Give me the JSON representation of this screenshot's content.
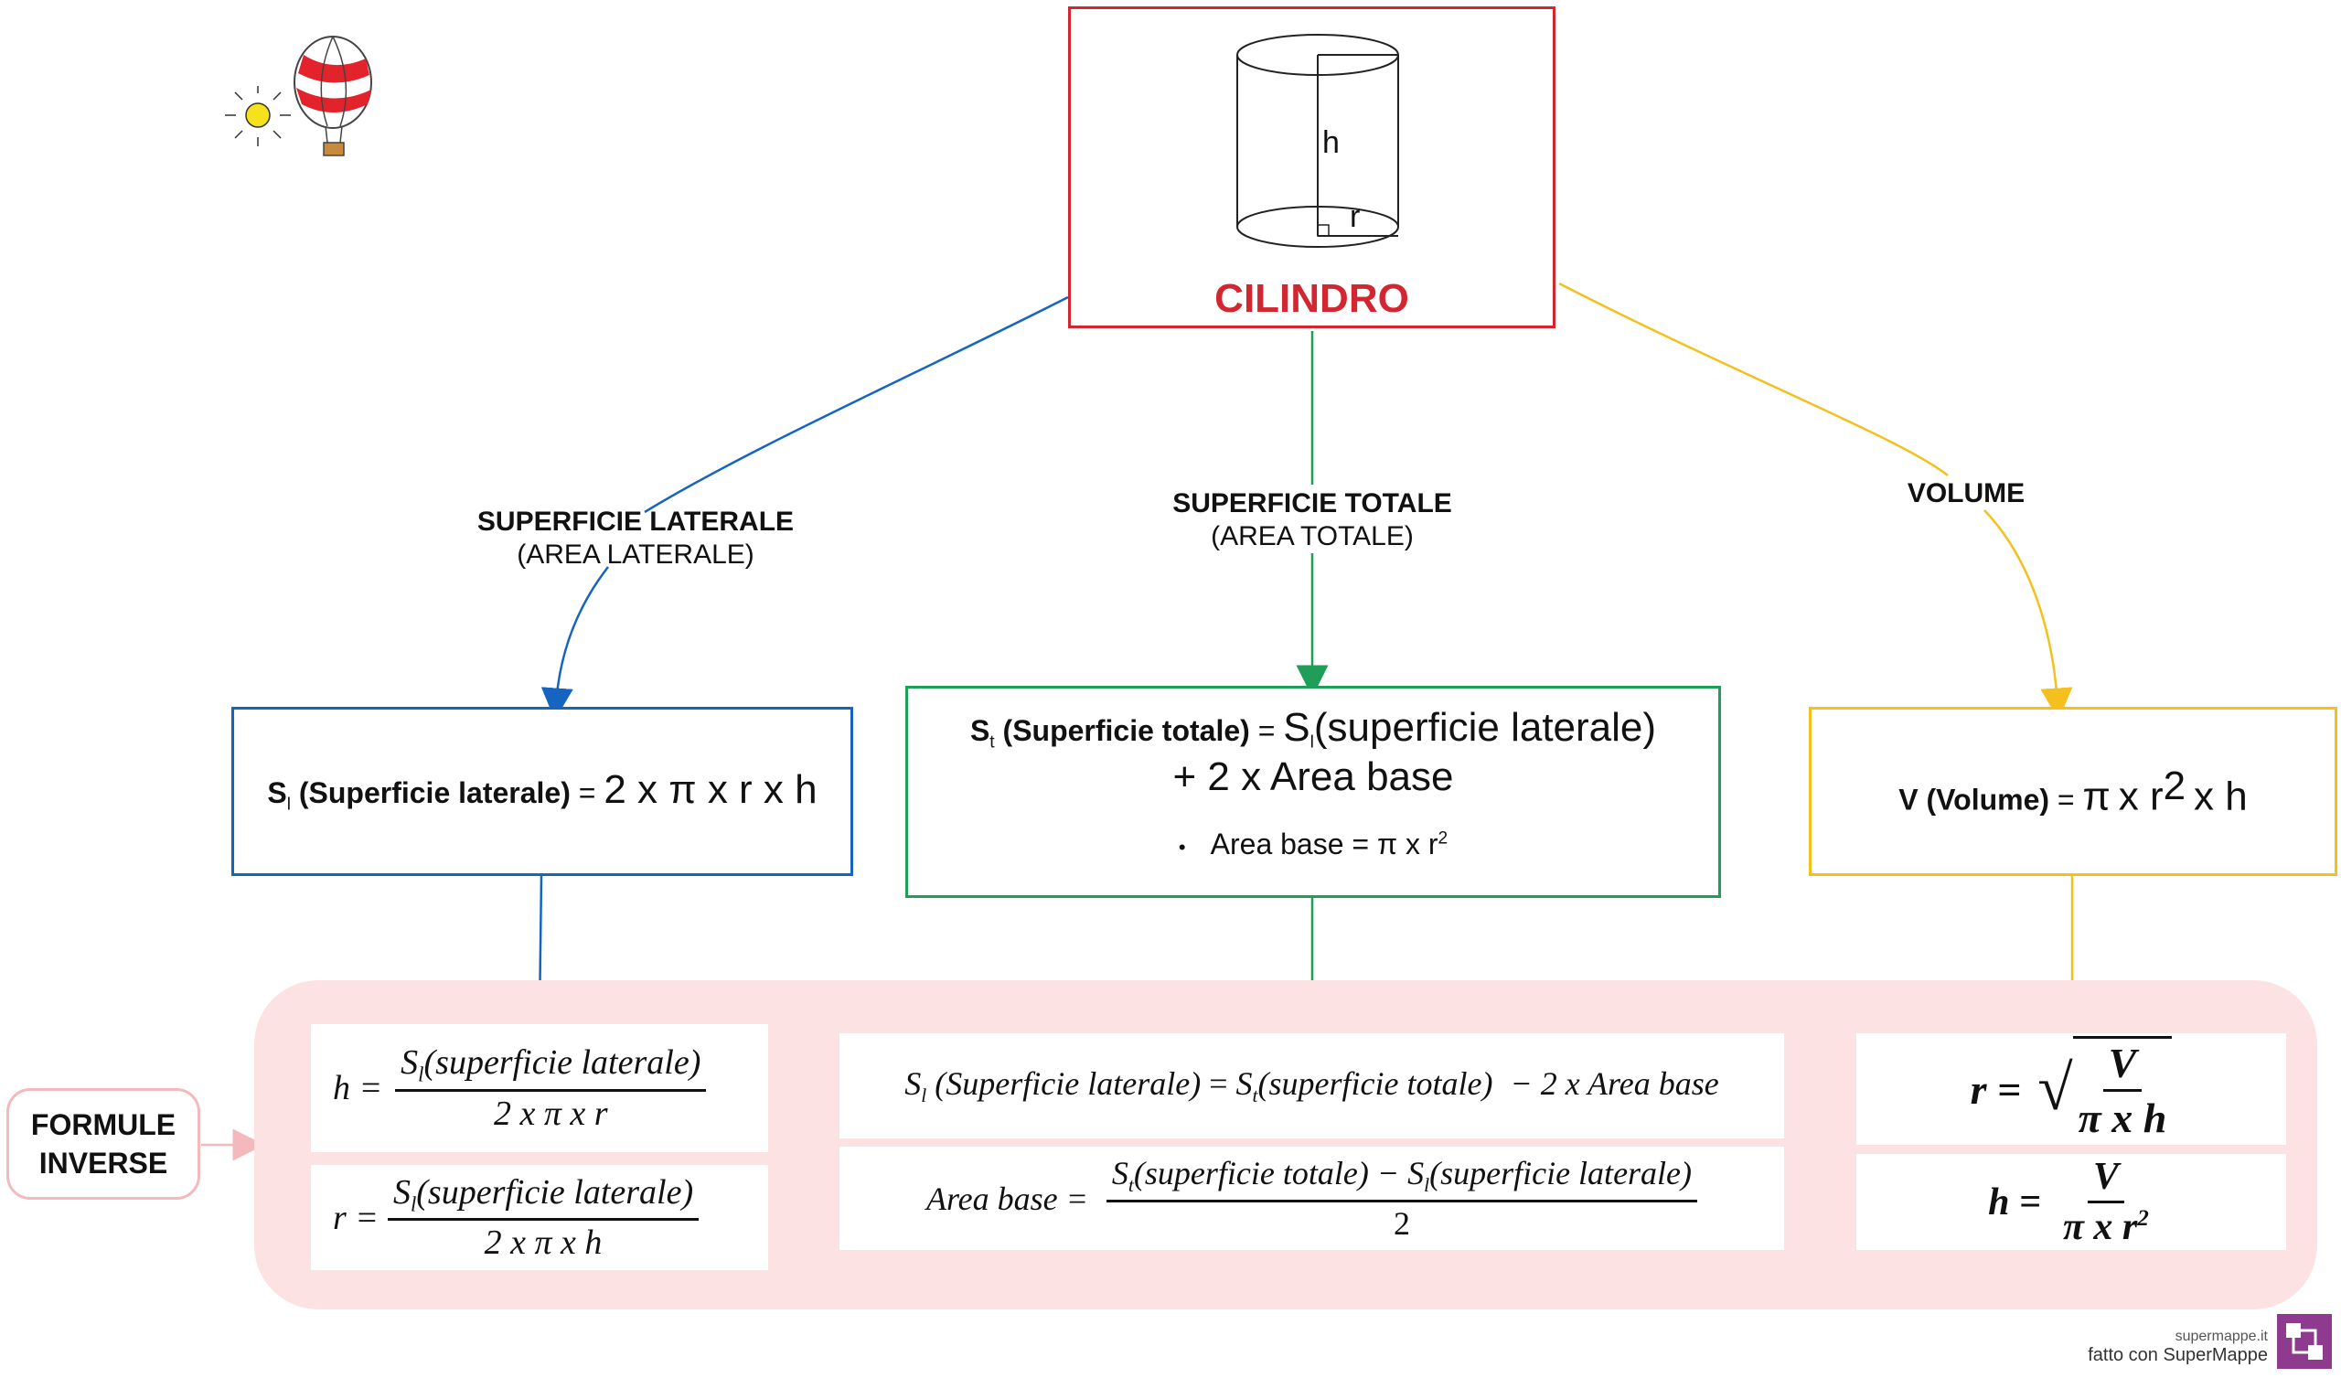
{
  "colors": {
    "red": "#d22630",
    "blue": "#1565c0",
    "green": "#1e9e57",
    "yellow": "#f4c01e",
    "pink_panel": "#fde2e3",
    "pink_border": "#f3b9bd"
  },
  "top": {
    "title": "CILINDRO",
    "h_label": "h",
    "r_label": "r"
  },
  "branches": {
    "laterale": {
      "title": "SUPERFICIE LATERALE",
      "subtitle": "(AREA LATERALE)"
    },
    "totale": {
      "title": "SUPERFICIE TOTALE",
      "subtitle": "(AREA TOTALE)"
    },
    "volume": {
      "title": "VOLUME"
    }
  },
  "boxes": {
    "laterale": {
      "s": "S",
      "sub": "l",
      "desc": "(Superficie  laterale)",
      "eq": "=",
      "formula": "2 x π x r x h"
    },
    "totale": {
      "s": "S",
      "sub": "t",
      "desc": "(Superficie  totale)",
      "eq": "=",
      "s2": "S",
      "sub2": "l",
      "desc2": "(superficie laterale)",
      "line2": "+ 2 x Area base",
      "bullet": "•",
      "area_base": "Area base =",
      "area_formula_pi": "π",
      "area_formula_rest": "x r",
      "area_exp": "2"
    },
    "volume": {
      "v": "V",
      "desc": "(Volume)",
      "eq": "=",
      "pi": "π",
      "x1": "x r",
      "exp": "2",
      "x2": "x h"
    }
  },
  "formule_inverse": {
    "label_line1": "FORMULE",
    "label_line2": "INVERSE",
    "laterale": {
      "h_lhs": "h =",
      "h_num_s": "S",
      "h_num_sub": "l",
      "h_num_text": "(superficie laterale)",
      "h_den": "2 x π x r",
      "r_lhs": "r =",
      "r_num_s": "S",
      "r_num_sub": "l",
      "r_num_text": "(superficie laterale)",
      "r_den": "2 x π x h"
    },
    "totale": {
      "eq1_s": "S",
      "eq1_sub": "l",
      "eq1_desc": "(Superficie laterale)",
      "eq1_mid": "=",
      "eq1_s2": "S",
      "eq1_sub2": "t",
      "eq1_desc2": "(superficie totale)",
      "eq1_tail": "− 2 x Area base",
      "eq2_lhs": "Area base =",
      "eq2_num": "S",
      "eq2_num_sub": "t",
      "eq2_num_text": "(superficie totale) − S",
      "eq2_num_sub2": "l",
      "eq2_num_text2": "(superficie laterale)",
      "eq2_den": "2"
    },
    "volume": {
      "r_lhs": "r =",
      "r_num": "V",
      "r_den": "π x h",
      "h_lhs": "h =",
      "h_num": "V",
      "h_den": "π x r",
      "h_den_exp": "2"
    }
  },
  "footer": {
    "site": "supermappe.it",
    "made_with": "fatto con SuperMappe"
  },
  "icons": [
    "balloon-icon",
    "sun-icon",
    "supermappe-logo-icon"
  ]
}
